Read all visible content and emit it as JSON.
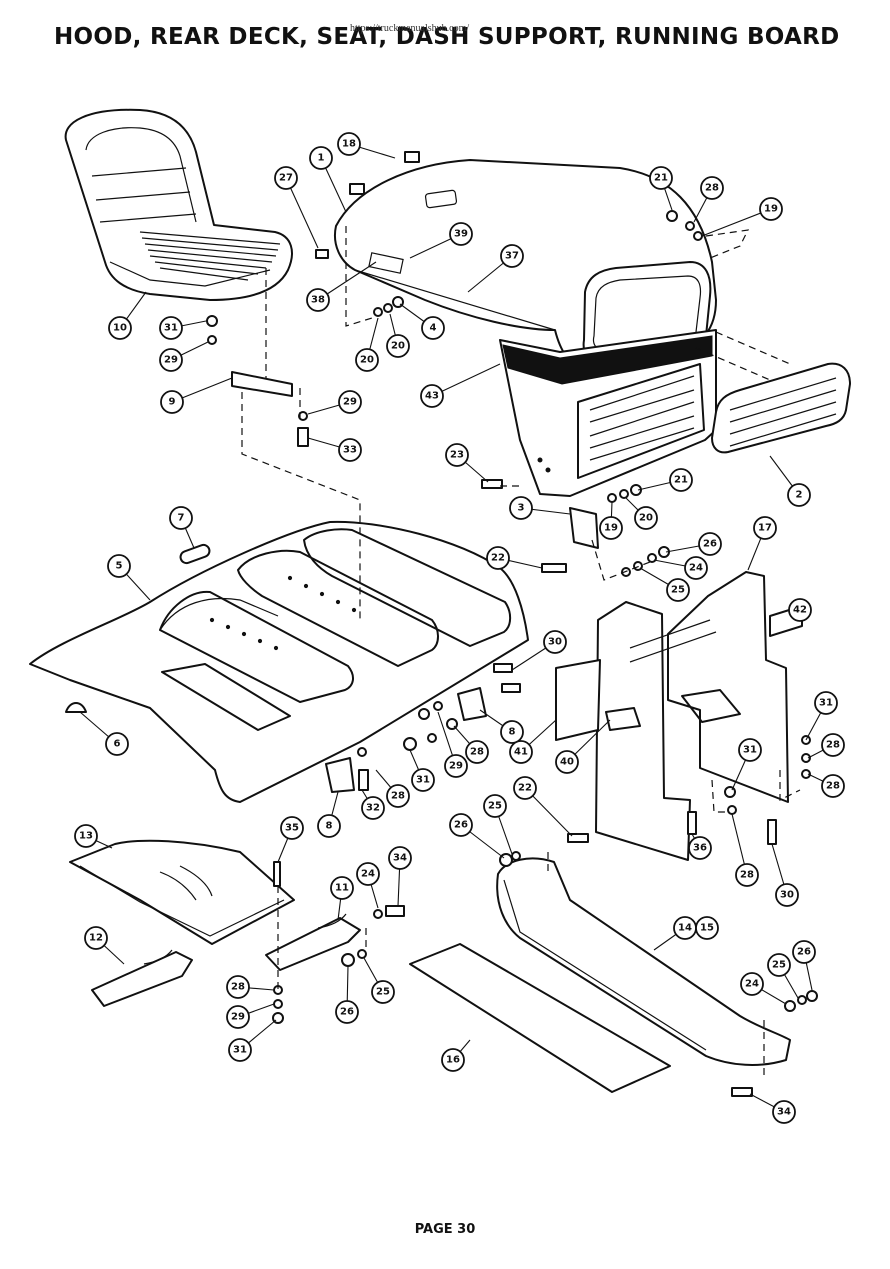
{
  "title": "HOOD, REAR DECK, SEAT, DASH SUPPORT, RUNNING BOARD",
  "watermark_url": "https://truckmanualshub.com/",
  "footer": "PAGE 30",
  "callouts": [
    {
      "id": "c18a",
      "label": "18"
    },
    {
      "id": "c1",
      "label": "1"
    },
    {
      "id": "c27",
      "label": "27"
    },
    {
      "id": "c21a",
      "label": "21"
    },
    {
      "id": "c28a",
      "label": "28"
    },
    {
      "id": "c19a",
      "label": "19"
    },
    {
      "id": "c39",
      "label": "39"
    },
    {
      "id": "c37",
      "label": "37"
    },
    {
      "id": "c38",
      "label": "38"
    },
    {
      "id": "c10",
      "label": "10"
    },
    {
      "id": "c31a",
      "label": "31"
    },
    {
      "id": "c29a",
      "label": "29"
    },
    {
      "id": "c4",
      "label": "4"
    },
    {
      "id": "c20a",
      "label": "20"
    },
    {
      "id": "c20b",
      "label": "20"
    },
    {
      "id": "c9",
      "label": "9"
    },
    {
      "id": "c29b",
      "label": "29"
    },
    {
      "id": "c33",
      "label": "33"
    },
    {
      "id": "c43",
      "label": "43"
    },
    {
      "id": "c23",
      "label": "23"
    },
    {
      "id": "c21b",
      "label": "21"
    },
    {
      "id": "c2",
      "label": "2"
    },
    {
      "id": "c7",
      "label": "7"
    },
    {
      "id": "c3",
      "label": "3"
    },
    {
      "id": "c19b",
      "label": "19"
    },
    {
      "id": "c20c",
      "label": "20"
    },
    {
      "id": "c5",
      "label": "5"
    },
    {
      "id": "c17",
      "label": "17"
    },
    {
      "id": "c22a",
      "label": "22"
    },
    {
      "id": "c26a",
      "label": "26"
    },
    {
      "id": "c24a",
      "label": "24"
    },
    {
      "id": "c25a",
      "label": "25"
    },
    {
      "id": "c42",
      "label": "42"
    },
    {
      "id": "c30a",
      "label": "30"
    },
    {
      "id": "c8a",
      "label": "8"
    },
    {
      "id": "c41",
      "label": "41"
    },
    {
      "id": "c31b",
      "label": "31"
    },
    {
      "id": "c28b",
      "label": "28"
    },
    {
      "id": "c28c",
      "label": "28"
    },
    {
      "id": "c6",
      "label": "6"
    },
    {
      "id": "c29c",
      "label": "29"
    },
    {
      "id": "c31c",
      "label": "31"
    },
    {
      "id": "c40",
      "label": "40"
    },
    {
      "id": "c31d",
      "label": "31"
    },
    {
      "id": "c28d",
      "label": "28"
    },
    {
      "id": "c32",
      "label": "32"
    },
    {
      "id": "c28e",
      "label": "28"
    },
    {
      "id": "c8b",
      "label": "8"
    },
    {
      "id": "c22b",
      "label": "22"
    },
    {
      "id": "c25b",
      "label": "25"
    },
    {
      "id": "c26b",
      "label": "26"
    },
    {
      "id": "c36",
      "label": "36"
    },
    {
      "id": "c28f",
      "label": "28"
    },
    {
      "id": "c30b",
      "label": "30"
    },
    {
      "id": "c13",
      "label": "13"
    },
    {
      "id": "c35",
      "label": "35"
    },
    {
      "id": "c34a",
      "label": "34"
    },
    {
      "id": "c24b",
      "label": "24"
    },
    {
      "id": "c11",
      "label": "11"
    },
    {
      "id": "c14",
      "label": "14"
    },
    {
      "id": "c15",
      "label": "15"
    },
    {
      "id": "c12",
      "label": "12"
    },
    {
      "id": "c28g",
      "label": "28"
    },
    {
      "id": "c26c",
      "label": "26"
    },
    {
      "id": "c25c",
      "label": "25"
    },
    {
      "id": "c26d",
      "label": "26"
    },
    {
      "id": "c25d",
      "label": "25"
    },
    {
      "id": "c24c",
      "label": "24"
    },
    {
      "id": "c29d",
      "label": "29"
    },
    {
      "id": "c31e",
      "label": "31"
    },
    {
      "id": "c16",
      "label": "16"
    },
    {
      "id": "c34b",
      "label": "34"
    }
  ],
  "icons": {
    "hood": "hood-shape",
    "seat": "seat-shape",
    "grille": "grille-shape",
    "deck": "rear-deck-shape",
    "board": "running-board-shape"
  }
}
